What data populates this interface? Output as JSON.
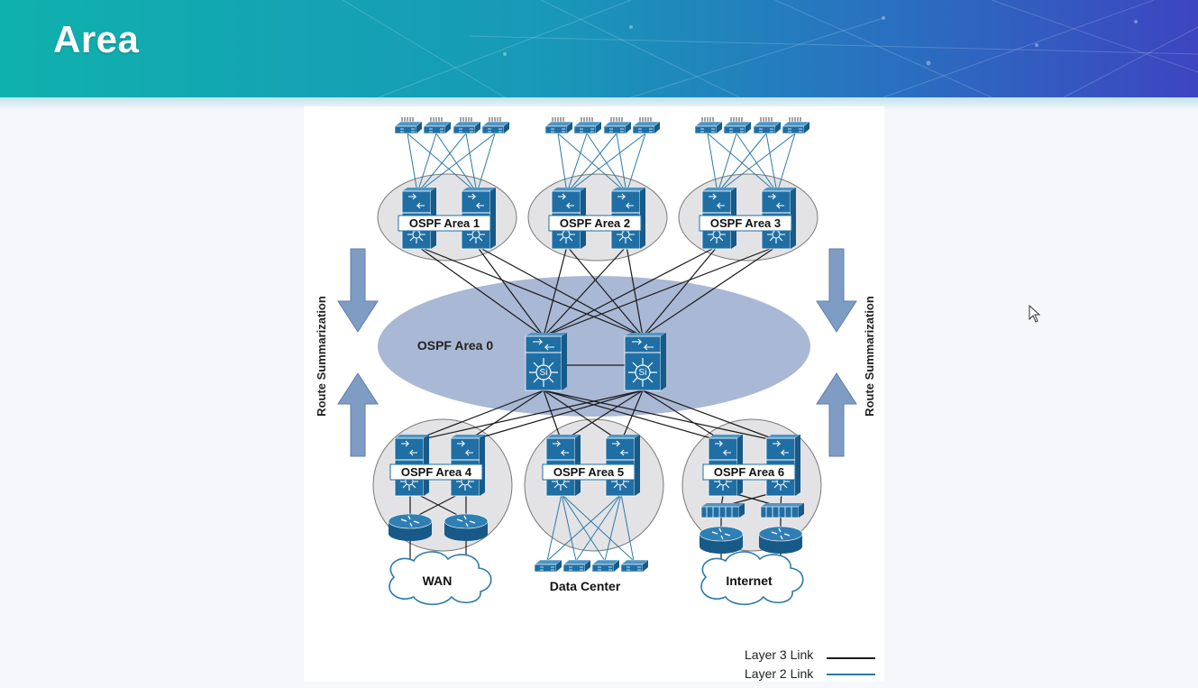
{
  "slide": {
    "title": "Area"
  },
  "diagram": {
    "areas": [
      {
        "label": "OSPF Area 1"
      },
      {
        "label": "OSPF Area 2"
      },
      {
        "label": "OSPF Area 3"
      },
      {
        "label": "OSPF Area 4",
        "attachment": "WAN"
      },
      {
        "label": "OSPF Area 5",
        "attachment": "Data Center"
      },
      {
        "label": "OSPF Area 6",
        "attachment": "Internet"
      }
    ],
    "backbone_label": "OSPF Area 0",
    "core_switch_icon_text": "Si",
    "left_arrow_label": "Route Summarization",
    "right_arrow_label": "Route Summarization",
    "legend": {
      "layer3": {
        "label": "Layer 3 Link",
        "color": "#1a1a1a"
      },
      "layer2": {
        "label": "Layer 2 Link",
        "color": "#2b7aa8"
      }
    },
    "colors": {
      "device": "#1f6fa5",
      "area_fill": "#e3e3e5",
      "backbone_fill": "#a9b8d4",
      "arrow_fill": "#7f9cc5"
    }
  }
}
